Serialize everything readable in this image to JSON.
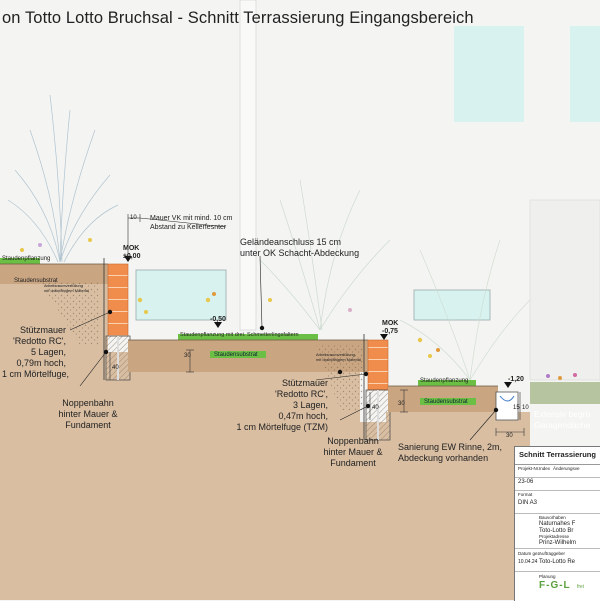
{
  "title": "on Totto Lotto Bruchsal - Schnitt Terrassierung Eingangsbereich",
  "labels": {
    "mauer_vk_1": "Mauer VK mit mind. 10 cm",
    "mauer_vk_2": "Abstand zu Kellerfesnter",
    "dim_10": "10",
    "dim_30": "30",
    "dim_40": "40",
    "dim_15": "15",
    "mok_top": "MOK",
    "mok_top_val": "±0,00",
    "level_050": "-0,50",
    "mok_mid": "MOK",
    "mok_mid_val": "-0,75",
    "level_120": "-1,20",
    "gelaende_1": "Geländeanschluss 15 cm",
    "gelaende_2": "unter OK Schacht-Abdeckung",
    "staudenpflanzung": "Staudenpflanzung",
    "staudensubstrat": "Staudensubstrat",
    "schmetterlings": "Staudenpflanzung mit drei. Schmetterlingsfaltern",
    "arbeitsraum_1": "Arbeitsraumverfüllung",
    "arbeitsraum_2": "mit drainfähigem Material",
    "stuetz_left_1": "Stützmauer",
    "stuetz_left_2": "'Redotto RC',",
    "stuetz_left_3": "5 Lagen,",
    "stuetz_left_4": "0,79m hoch,",
    "stuetz_left_5": "1 cm Mörtelfuge,",
    "noppen_left_1": "Noppenbahn",
    "noppen_left_2": "hinter Mauer &",
    "noppen_left_3": "Fundament",
    "stuetz_mid_1": "Stützmauer",
    "stuetz_mid_2": "'Redotto RC',",
    "stuetz_mid_3": "3 Lagen,",
    "stuetz_mid_4": "0,47m hoch,",
    "stuetz_mid_5": "1 cm Mörtelfuge (TZM)",
    "noppen_mid_1": "Noppenbahn",
    "noppen_mid_2": "hinter Mauer &",
    "noppen_mid_3": "Fundament",
    "sanierung_1": "Sanierung EW Rinne, 2m,",
    "sanierung_2": "Abdeckung vorhanden",
    "extensiv_1": "Extensiv begrü",
    "extensiv_2": "Garagendäche"
  },
  "titleblock": {
    "heading": "Schnitt Terrassierung",
    "projekt_label": "Projekt-Nr.",
    "projekt_val": "23-06",
    "index_label": "Index",
    "aenderung_label": "Änderungsve",
    "format_label": "Format",
    "format_val": "DIN A3",
    "bauvorhaben_label": "Bauvorhaben",
    "bauvorhaben_1": "Naturnahes F",
    "bauvorhaben_2": "Toto-Lotto Br",
    "projektadresse_label": "Projektadresse",
    "projektadresse_val": "Prinz-Wilhelm",
    "datum_label": "Datum gez.",
    "datum_val": "10.04.24",
    "auftraggeber_label": "Auftraggeber",
    "auftraggeber_val": "Toto-Lotto Re",
    "planung_label": "Planung",
    "planung_val": "F-G-L",
    "planung_suffix": "frei"
  },
  "colors": {
    "soil": "#d9bea2",
    "substrate": "#c9a582",
    "green_band": "#6cbf45",
    "brick": "#f08d4c",
    "sky": "#f4f4f2",
    "window": "#d8f2f0"
  }
}
